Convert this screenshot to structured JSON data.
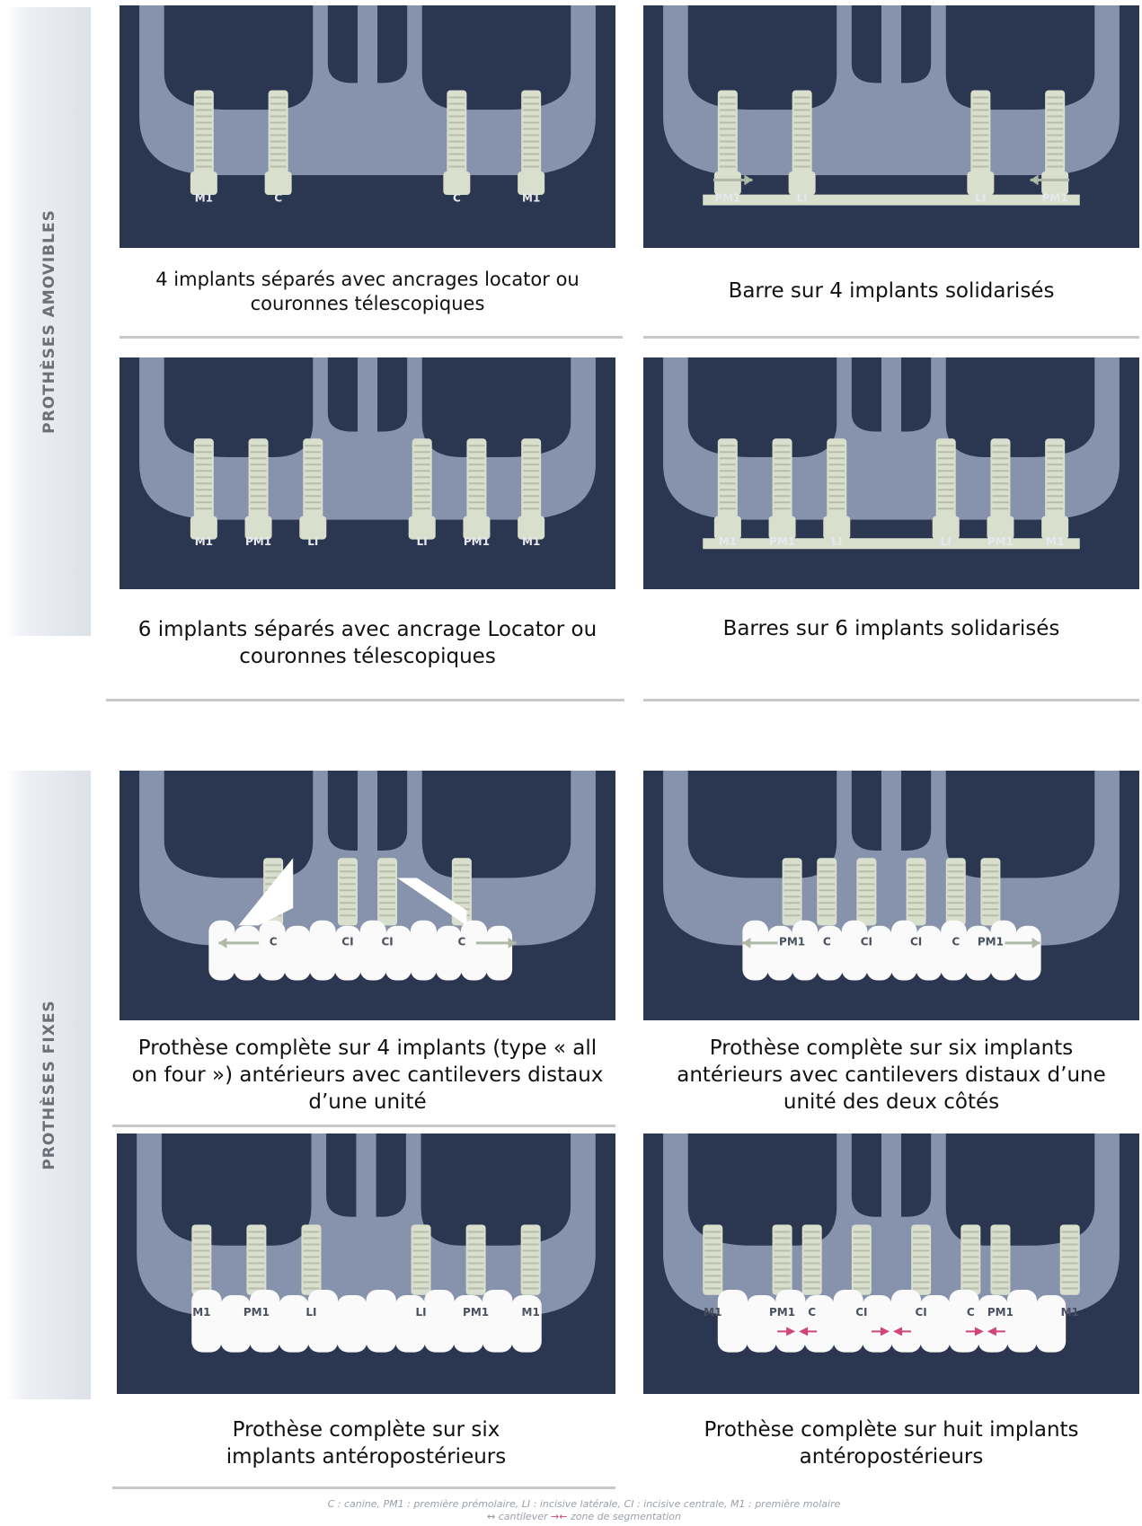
{
  "sections": {
    "removable": "PROTHÈSES AMOVIBLES",
    "fixed": "PROTHÈSES FIXES"
  },
  "panels": [
    {
      "caption": "4 implants séparés avec ancrages locator ou couronnes télescopiques",
      "labels": [
        "M1",
        "C",
        "C",
        "M1"
      ],
      "connection": "separate"
    },
    {
      "caption": "Barre sur 4 implants solidarisés",
      "labels": [
        "PM1",
        "LI",
        "LI",
        "PM1"
      ],
      "connection": "bar-with-cantilever"
    },
    {
      "caption": "6 implants séparés avec ancrage Locator ou couronnes télescopiques",
      "labels": [
        "M1",
        "PM1",
        "LI",
        "LI",
        "PM1",
        "M1"
      ],
      "connection": "separate"
    },
    {
      "caption": "Barres sur 6 implants solidarisés",
      "labels": [
        "M1",
        "PM1",
        "LI",
        "LI",
        "PM1",
        "M1"
      ],
      "connection": "bar"
    },
    {
      "caption": "Prothèse complète sur 4 implants (type « all on four ») antérieurs avec cantilevers distaux d’une unité",
      "labels": [
        "C",
        "CI",
        "CI",
        "C"
      ],
      "connection": "bridge-all-on-four"
    },
    {
      "caption": "Prothèse complète sur six implants antérieurs avec cantilevers distaux d’une unité des deux côtés",
      "labels": [
        "PM1",
        "C",
        "CI",
        "CI",
        "C",
        "PM1"
      ],
      "connection": "bridge-cantilever"
    },
    {
      "caption": "Prothèse complète sur six implants antéropostérieurs",
      "labels": [
        "M1",
        "PM1",
        "LI",
        "LI",
        "PM1",
        "M1"
      ],
      "connection": "bridge"
    },
    {
      "caption": "Prothèse complète sur huit implants antéropostérieurs",
      "labels": [
        "M1",
        "PM1",
        "C",
        "CI",
        "CI",
        "C",
        "PM1",
        "M1"
      ],
      "connection": "bridge-segmented"
    }
  ],
  "footnote": {
    "line1": "C : canine, PM1 : première prémolaire, LI : incisive latérale, CI : incisive centrale, M1 : première molaire",
    "cantilever_label": "cantilever",
    "segmentation_label": "zone de segmentation"
  },
  "colors": {
    "dark": "#2b3650",
    "jaw": "#8793ac",
    "implant": "#d9dfcd",
    "teeth": "#fafafa",
    "pink_arrow": "#d0457a"
  }
}
